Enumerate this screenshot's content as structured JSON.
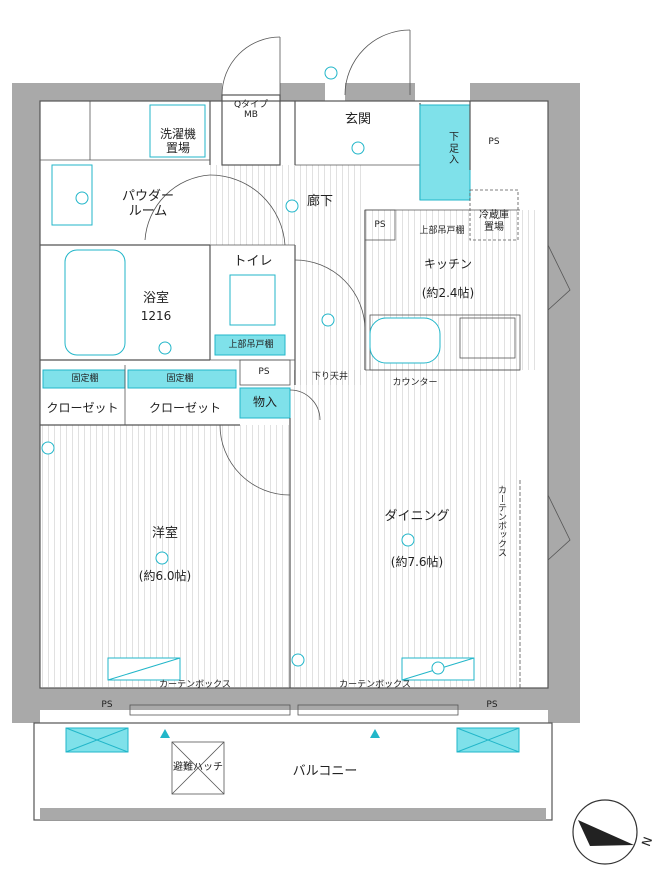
{
  "rooms": {
    "laundry": "洗濯機\n置場",
    "q_type_mb": "Qタイプ\nMB",
    "entrance": "玄関",
    "shoe_storage": "下\n足\n入",
    "ps_top_right": "PS",
    "powder_room": "パウダー\nルーム",
    "corridor": "廊下",
    "ps_small": "PS",
    "upper_cabinet_kitchen": "上部吊戸棚",
    "fridge": "冷蔵庫\n置場",
    "toilet": "トイレ",
    "kitchen": "キッチン",
    "kitchen_size": "(約2.4帖)",
    "bath": "浴室",
    "bath_model": "1216",
    "upper_cabinet_toilet": "上部吊戸棚",
    "ps_mid": "PS",
    "lowered_ceiling": "下り天井",
    "counter": "カウンター",
    "fixed_shelf_1": "固定棚",
    "fixed_shelf_2": "固定棚",
    "closet_1": "クローゼット",
    "closet_2": "クローゼット",
    "storage": "物入",
    "western_room": "洋室",
    "western_size": "(約6.0帖)",
    "dining": "ダイニング",
    "dining_size": "(約7.6帖)",
    "curtain_box_right": "カーテンボックス",
    "curtain_box_left": "カーテンボックス",
    "curtain_box_mid": "カーテンボックス",
    "ps_bottom_left": "PS",
    "ps_bottom_right": "PS",
    "evac_hatch": "避難ハッチ",
    "balcony": "バルコニー",
    "compass_n": "N"
  },
  "colors": {
    "wall": "#a9a9a9",
    "equipment": "#22b6c9",
    "line": "#555555"
  },
  "icons": [
    "light-icon",
    "outlet-icon",
    "arrow-up-icon",
    "compass-icon"
  ]
}
